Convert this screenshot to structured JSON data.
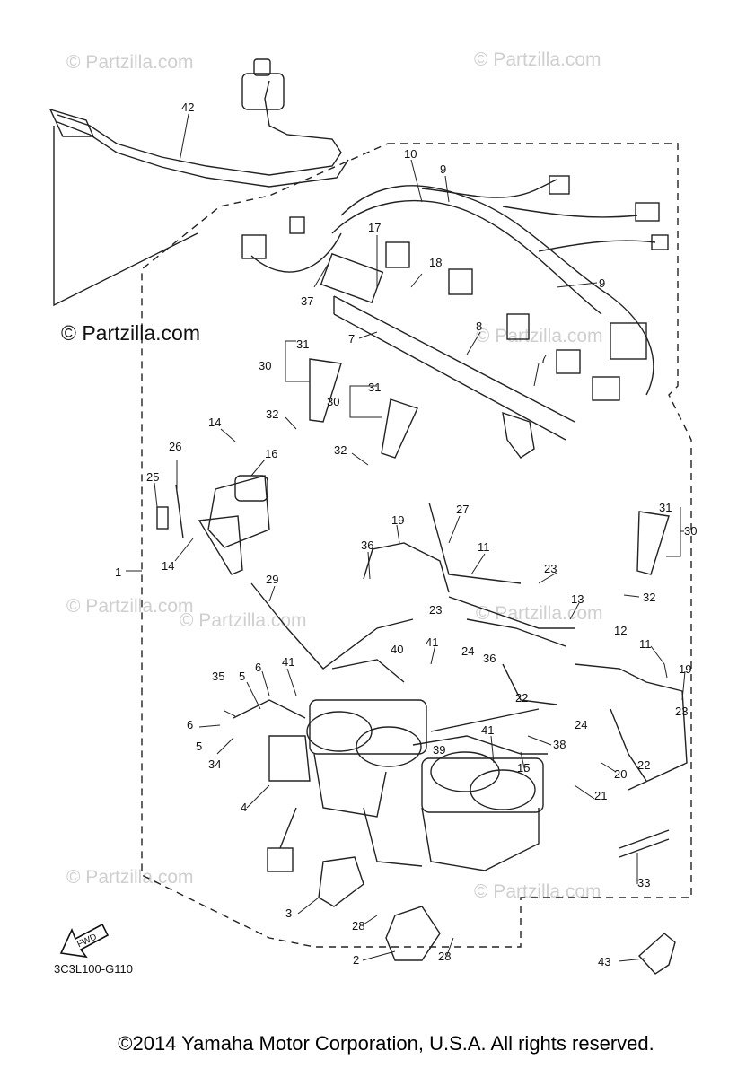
{
  "watermarks": [
    "© Partzilla.com",
    "© Partzilla.com",
    "© Partzilla.com",
    "© Partzilla.com",
    "© Partzilla.com",
    "© Partzilla.com",
    "© Partzilla.com",
    "© Partzilla.com"
  ],
  "main_watermark": "© Partzilla.com",
  "fwd_label": "FWD",
  "diagram_code": "3C3L100-G110",
  "copyright": "©2014 Yamaha Motor Corporation, U.S.A. All rights reserved.",
  "callouts": [
    "42",
    "10",
    "9",
    "17",
    "18",
    "9",
    "37",
    "7",
    "8",
    "7",
    "31",
    "30",
    "31",
    "30",
    "32",
    "32",
    "14",
    "16",
    "26",
    "25",
    "14",
    "1",
    "29",
    "19",
    "27",
    "11",
    "36",
    "23",
    "13",
    "31",
    "30",
    "32",
    "23",
    "24",
    "12",
    "11",
    "36",
    "41",
    "40",
    "41",
    "35",
    "5",
    "6",
    "6",
    "5",
    "34",
    "4",
    "22",
    "24",
    "19",
    "23",
    "22",
    "39",
    "41",
    "38",
    "15",
    "20",
    "21",
    "33",
    "3",
    "28",
    "2",
    "28",
    "43"
  ]
}
